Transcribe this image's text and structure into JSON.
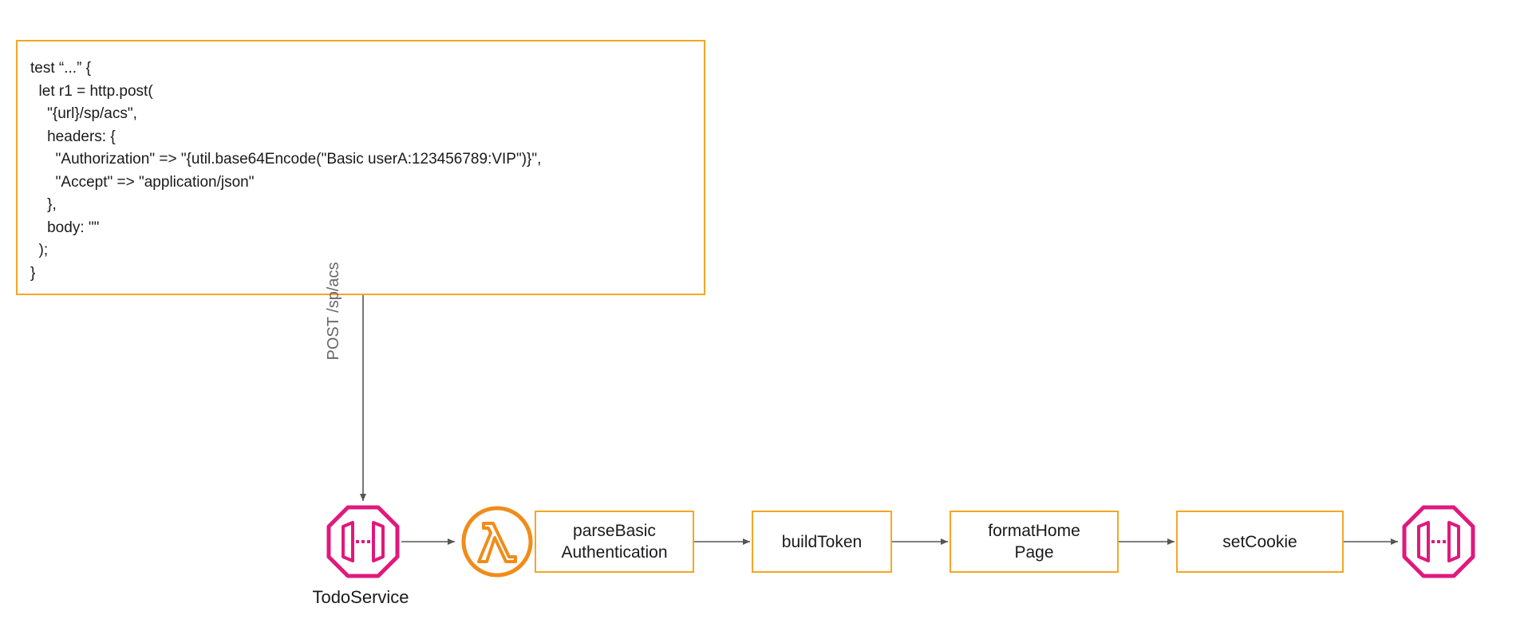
{
  "code_block": {
    "lines": [
      "test “...” {",
      "  let r1 = http.post(",
      "    \"{url}/sp/acs\",",
      "    headers: {",
      "      \"Authorization\" => \"{util.base64Encode(\"Basic userA:123456789:VIP\")}\",",
      "      \"Accept\" => \"application/json\"",
      "    },",
      "    body: \"\"",
      "  );",
      "}"
    ]
  },
  "edge_label": "POST /sp/acs",
  "service_label": "TodoService",
  "steps": [
    {
      "label": "parseBasic\nAuthentication"
    },
    {
      "label": "buildToken"
    },
    {
      "label": "formatHome\nPage"
    },
    {
      "label": "setCookie"
    }
  ],
  "icons": {
    "api_gateway": "api-gateway-icon",
    "lambda": "lambda-icon"
  },
  "colors": {
    "box_border": "#f5a623",
    "api_gateway": "#e0197d",
    "lambda": "#f08c1a",
    "connector": "#555555",
    "edge_label": "#666666"
  }
}
